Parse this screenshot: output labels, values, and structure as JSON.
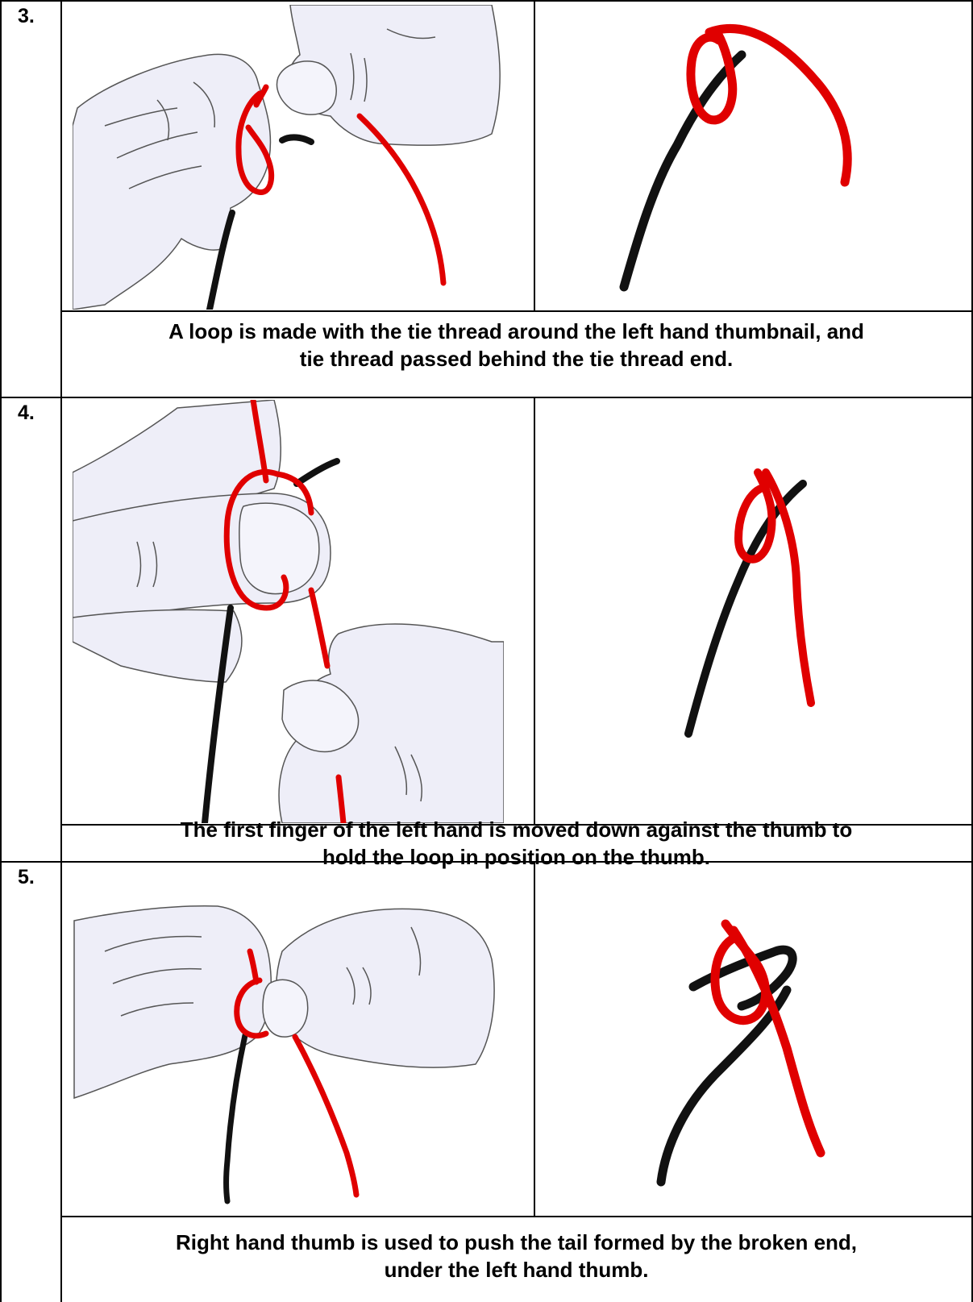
{
  "steps": [
    {
      "number": "3.",
      "caption_line1": "A loop is made with the tie thread around the left hand thumbnail, and",
      "caption_line2": "tie thread passed behind the tie thread end."
    },
    {
      "number": "4.",
      "caption_line1": "The first finger of the left hand is moved down against the thumb to",
      "caption_line2": "hold the loop in position on the thumb."
    },
    {
      "number": "5.",
      "caption_line1": "Right hand thumb is used to push the tail formed by the broken end,",
      "caption_line2": "under the left hand thumb."
    }
  ],
  "colors": {
    "tie_thread": "#e00000",
    "broken_end": "#111111",
    "hand_fill": "#eeeef8",
    "hand_outline": "#555555"
  }
}
